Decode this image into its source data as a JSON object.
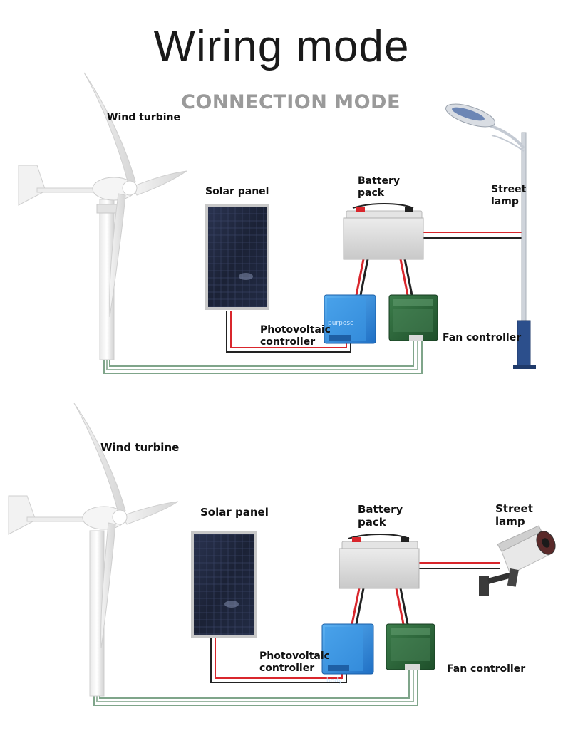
{
  "title": "Wiring mode",
  "subtitle": "CONNECTION MODE",
  "diagram_top": {
    "wind_turbine": "Wind turbine",
    "solar_panel": "Solar panel",
    "battery_pack": "Battery\npack",
    "street_lamp": "Street\nlamp",
    "pv_controller": "Photovoltaic\ncontroller",
    "pv_device_text": "purpose",
    "fan_controller": "Fan controller"
  },
  "diagram_bottom": {
    "wind_turbine": "Wind turbine",
    "solar_panel": "Solar panel",
    "battery_pack": "Battery\npack",
    "street_lamp": "Street\nlamp",
    "pv_controller": "Photovoltaic\ncontroller",
    "pv_device_text": "body",
    "fan_controller": "Fan controller"
  },
  "colors": {
    "wire_red": "#d9262c",
    "wire_black": "#222222",
    "wire_green": "#7fa58a",
    "pv_controller": "#2f8fe0",
    "fan_controller": "#2e6a3c",
    "battery": "#d8d8d8"
  }
}
